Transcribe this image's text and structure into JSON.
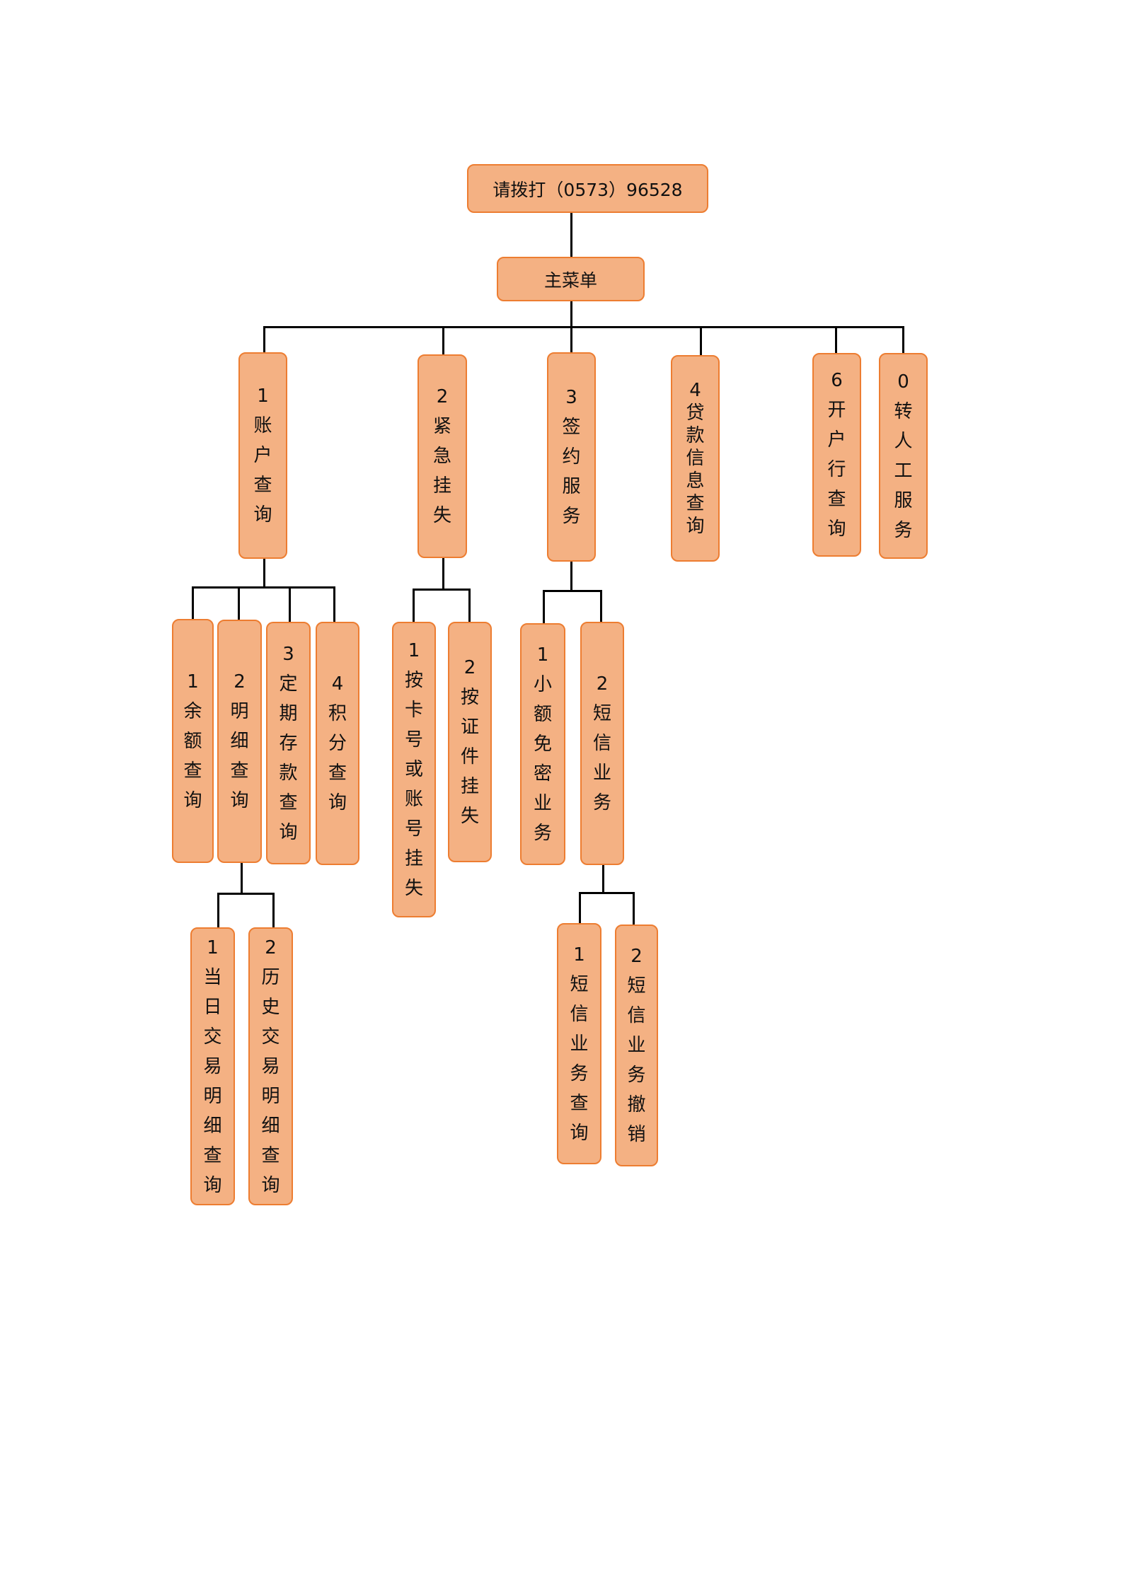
{
  "root": "请拨打（0573）96528",
  "main_menu": "主菜单",
  "level1": {
    "account": "1账户查询",
    "loss": "2紧急挂失",
    "sign": "3签约服务",
    "loan": "4贷款信息查询",
    "branch": "6开户行查询",
    "agent": "0转人工服务"
  },
  "account_children": {
    "balance": "1余额查询",
    "detail": "2明细查询",
    "deposit": "3定期存款查询",
    "points": "4积分查询"
  },
  "detail_children": {
    "today": "1当日交易明细查询",
    "history": "2历史交易明细查询"
  },
  "loss_children": {
    "by_card": "1按卡号或账号挂失",
    "by_id": "2按证件挂失"
  },
  "sign_children": {
    "small": "1小额免密业务",
    "sms": "2短信业务"
  },
  "sms_children": {
    "query": "1短信业务查询",
    "cancel": "2短信业务撤销"
  }
}
